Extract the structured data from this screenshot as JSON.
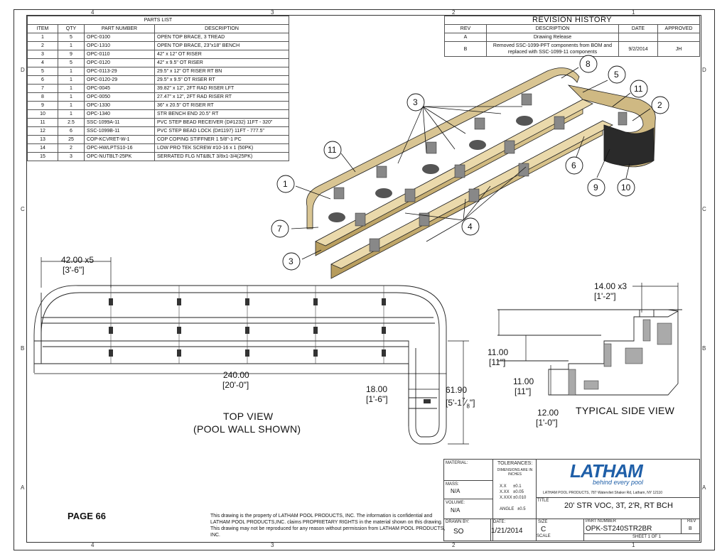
{
  "zones": {
    "top": [
      "4",
      "3",
      "2",
      "1"
    ],
    "bottom": [
      "4",
      "3",
      "2",
      "1"
    ],
    "left": [
      "D",
      "C",
      "B",
      "A"
    ],
    "right": [
      "D",
      "C",
      "B",
      "A"
    ]
  },
  "parts_list": {
    "title": "PARTS LIST",
    "headers": [
      "ITEM",
      "QTY",
      "PART NUMBER",
      "DESCRIPTION"
    ],
    "rows": [
      [
        "1",
        "5",
        "OPC-0100",
        "OPEN TOP BRACE, 3 TREAD"
      ],
      [
        "2",
        "1",
        "OPC-1310",
        "OPEN TOP BRACE, 23\"x18\" BENCH"
      ],
      [
        "3",
        "9",
        "OPC-0110",
        "42\" x 12\" OT RISER"
      ],
      [
        "4",
        "5",
        "OPC-0120",
        "42\" x 9.5\" OT RISER"
      ],
      [
        "5",
        "1",
        "OPC-0113-29",
        "29.5\" x 12\" OT RISER RT BN"
      ],
      [
        "6",
        "1",
        "OPC-0120-29",
        "29.5\" x 9.5\" OT RISER RT"
      ],
      [
        "7",
        "1",
        "OPC-0045",
        "39.82\" x 12\", 2FT RAD RISER LFT"
      ],
      [
        "8",
        "1",
        "OPC-0050",
        "27.47\" x 12\", 2FT RAD RISER RT"
      ],
      [
        "9",
        "1",
        "OPC-1330",
        "36\" x 20.5\" OT RISER RT"
      ],
      [
        "10",
        "1",
        "OPC-1340",
        "STR BENCH END 20.5\" RT"
      ],
      [
        "11",
        "2.5",
        "SSC-1099A-11",
        "PVC STEP BEAD RECEIVER (D#1232) 11FT - 320\""
      ],
      [
        "12",
        "6",
        "SSC-1099B-11",
        "PVC STEP BEAD LOCK (D#1197) 11FT - 777.5\""
      ],
      [
        "13",
        "25",
        "COP-KCVRET-W-1",
        "COP COPING STIFFNER 1 5/8\"-1 PC"
      ],
      [
        "14",
        "2",
        "OPC-HWLPTS10-16",
        "LOW PRO TEK SCREW #10-16 x 1 (50PK)"
      ],
      [
        "15",
        "3",
        "OPC-NUTBLT-25PK",
        "SERRATED FLG NT&BLT 3/8x1-3/4(25PK)"
      ]
    ]
  },
  "revision_history": {
    "title": "REVISION HISTORY",
    "headers": [
      "REV",
      "DESCRIPTION",
      "DATE",
      "APPROVED"
    ],
    "rows": [
      [
        "A",
        "Drawing Release",
        "",
        ""
      ],
      [
        "B",
        "Removed SSC-1099-PFT components from BOM and replaced with SSC-1099-11 components",
        "9/2/2014",
        "JH"
      ]
    ]
  },
  "callouts": [
    "8",
    "5",
    "11",
    "2",
    "3",
    "11",
    "1",
    "7",
    "3",
    "6",
    "9",
    "10",
    "4"
  ],
  "top_view": {
    "dim_tread": "42.00 x5",
    "dim_tread_ft": "[3'-6\"]",
    "dim_length": "240.00",
    "dim_length_ft": "[20'-0\"]",
    "dim_bench": "18.00",
    "dim_bench_ft": "[1'-6\"]",
    "dim_depth": "61.90",
    "dim_depth_ft": "[5'-1",
    "dim_depth_frac_num": "7",
    "dim_depth_frac_den": "8",
    "dim_depth_close": "\"]",
    "label_1": "TOP VIEW",
    "label_2": "(POOL WALL SHOWN)"
  },
  "side_view": {
    "dim_run": "14.00 x3",
    "dim_run_ft": "[1'-2\"]",
    "dim_rise1": "11.00",
    "dim_rise1_ft": "[11\"]",
    "dim_rise2": "11.00",
    "dim_rise2_ft": "[11\"]",
    "dim_rise3": "12.00",
    "dim_rise3_ft": "[1'-0\"]",
    "label": "TYPICAL SIDE VIEW"
  },
  "page_label": "PAGE 66",
  "disclaimer": "This drawing is the property of LATHAM POOL PRODUCTS, INC. The information is confidential and LATHAM POOL PRODUCTS,INC. claims PROPRIETARY RIGHTS in the material shown on this drawing. This drawing may not be reproduced for any reason without permission from LATHAM POOL PRODUCTS, INC.",
  "title_block": {
    "material_label": "MATERIAL:",
    "tolerances_label": "TOLERANCES:",
    "tolerances_note": "DIMENSIONS ARE IN INCHES",
    "tol_x": "X.X",
    "tol_x_val": "±0.1",
    "tol_xx": "X.XX",
    "tol_xx_val": "±0.05",
    "tol_xxx": "X.XXX",
    "tol_xxx_val": "±0.010",
    "angle_label": "ANGLE",
    "angle_val": "±0.5",
    "mass_label": "MASS:",
    "mass_val": "N/A",
    "volume_label": "VOLUME:",
    "volume_val": "N/A",
    "drawn_label": "DRAWN BY:",
    "drawn_val": "SO",
    "date_label": "DATE:",
    "date_val": "1/21/2014",
    "logo_text": "LATHAM",
    "logo_tagline": "behind every pool",
    "company_address": "LATHAM POOL PRODUCTS, 787 Watervliet Shaker Rd, Latham, NY 12110",
    "title_label": "TITLE",
    "title_val": "20' STR VOC, 3T, 2'R, RT BCH",
    "size_label": "SIZE",
    "size_val": "C",
    "part_label": "PART NUMBER",
    "part_val": "OPK-ST240STR2BR",
    "rev_label": "REV",
    "rev_val": "B",
    "scale_label": "SCALE",
    "sheet_val": "SHEET 1 OF 1"
  }
}
